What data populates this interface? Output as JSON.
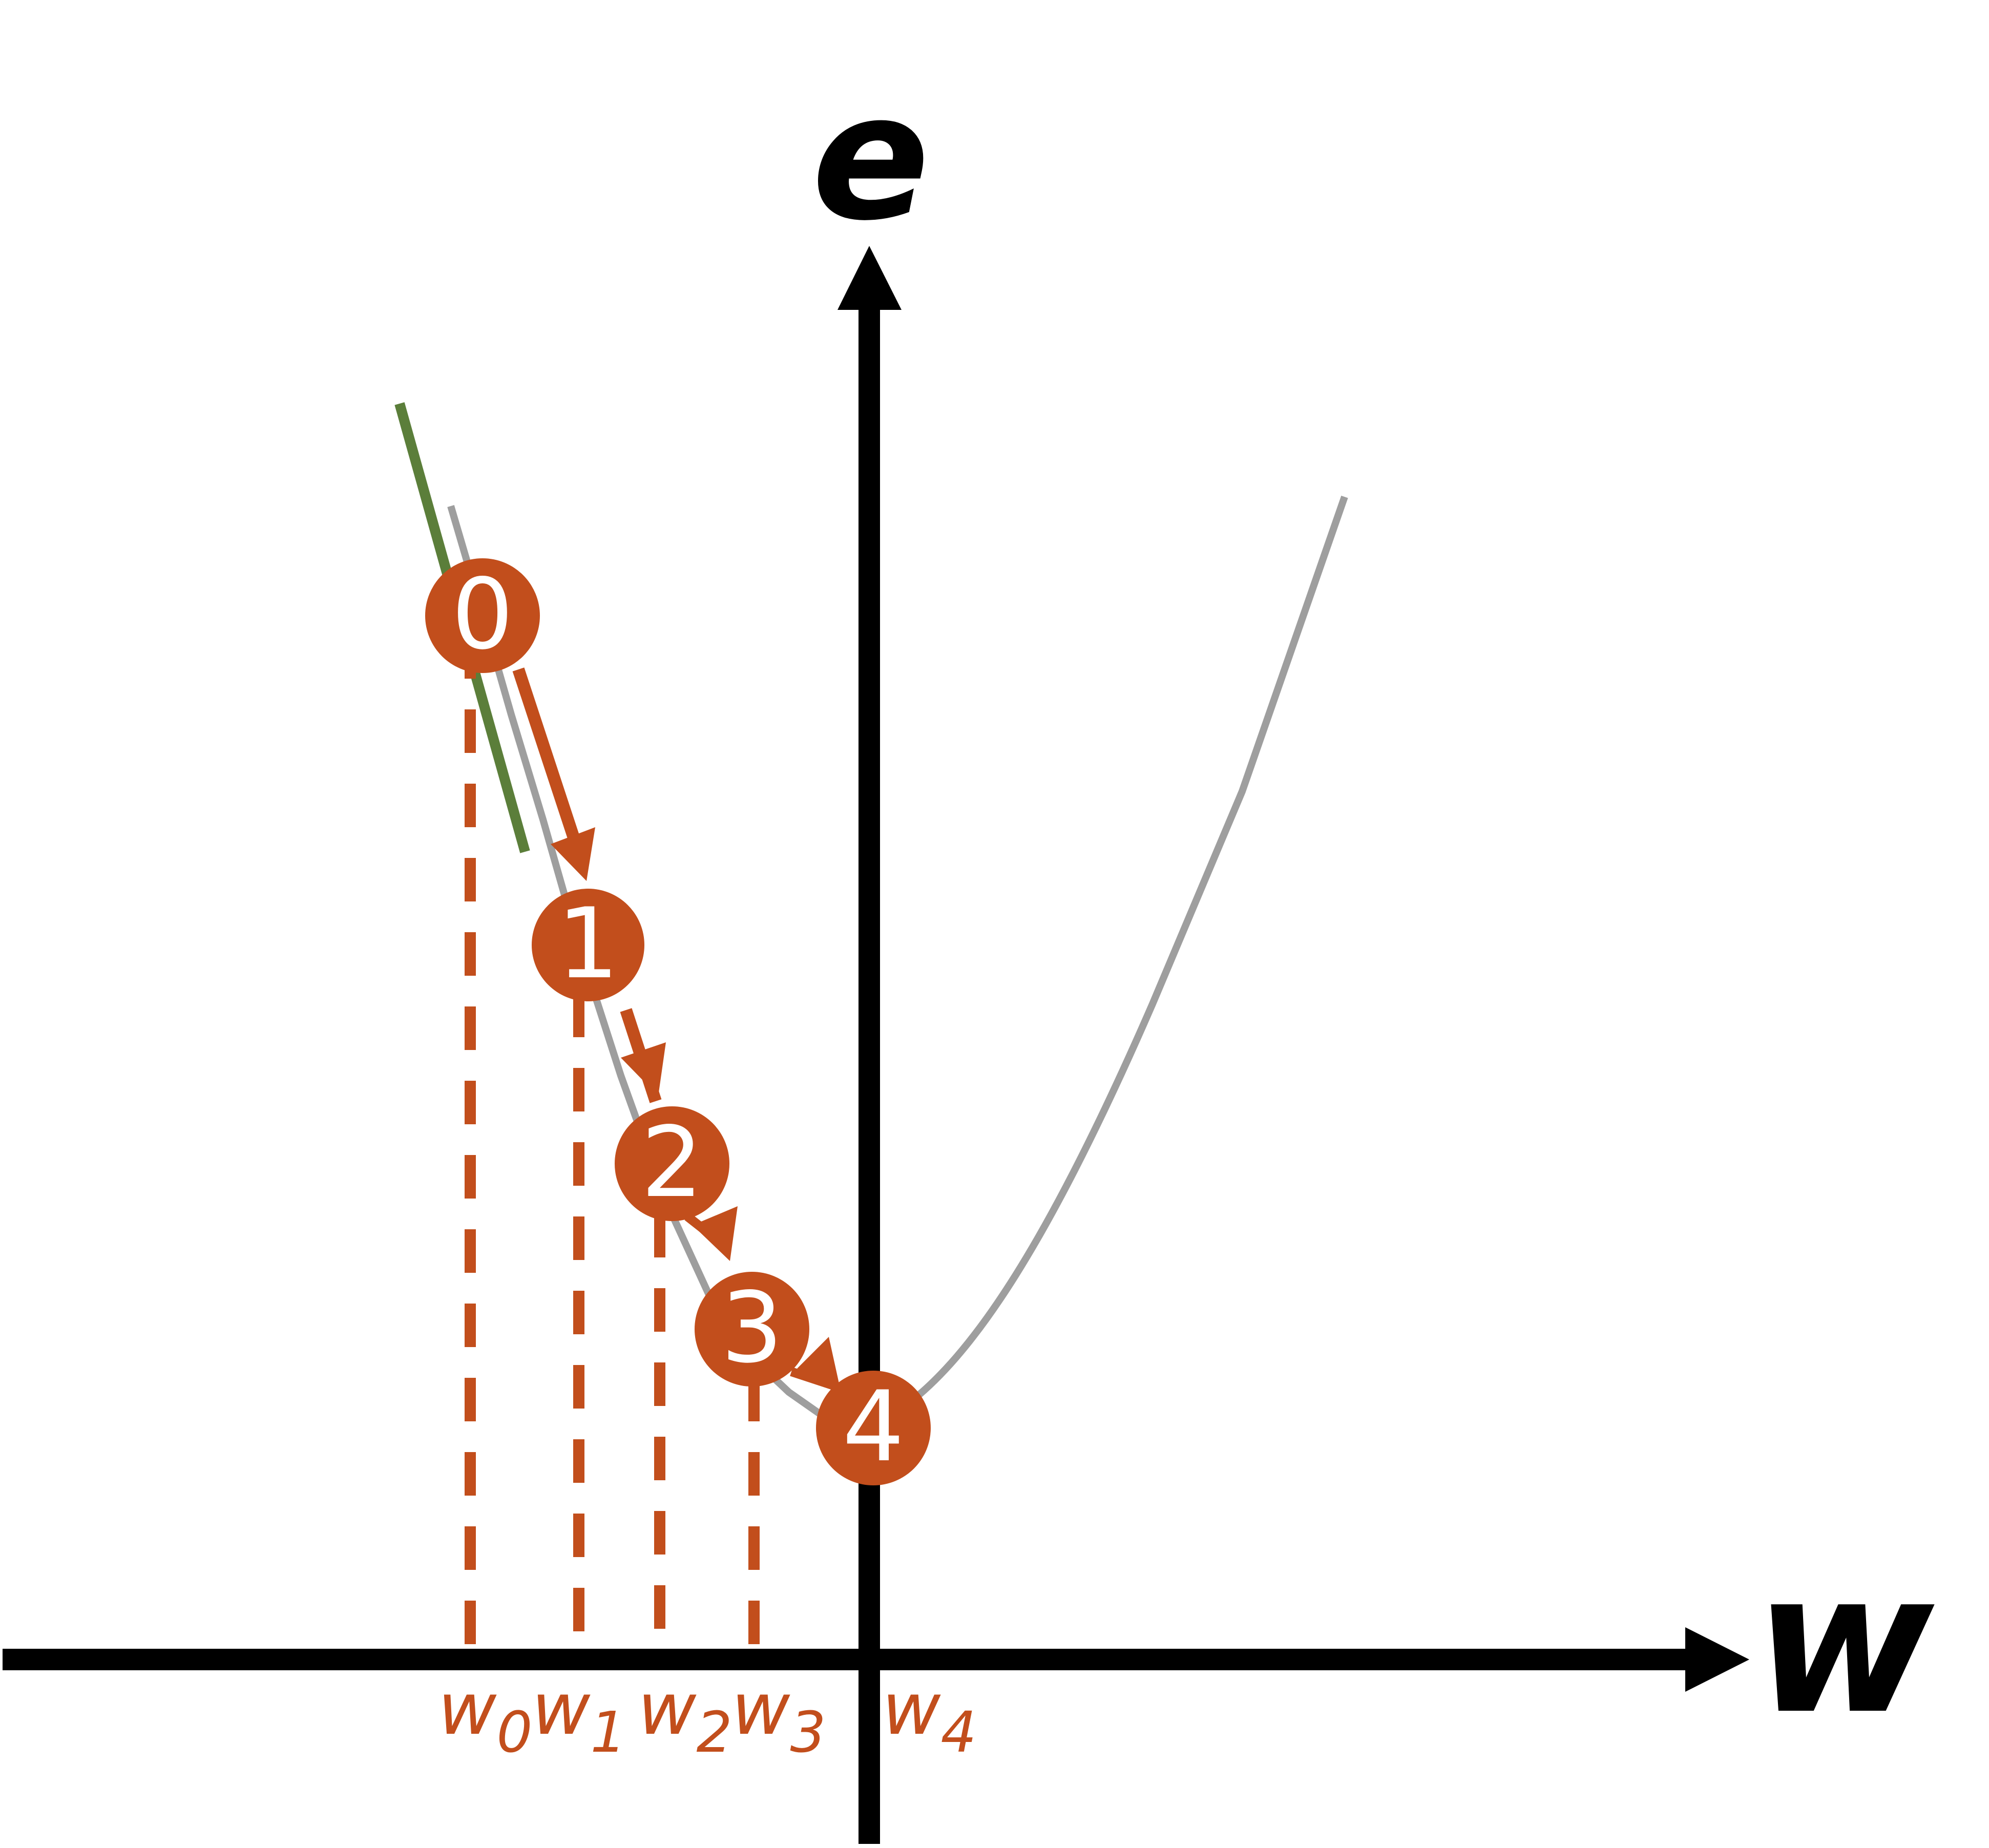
{
  "axes": {
    "y_title": "e",
    "x_title": "w"
  },
  "colors": {
    "axis": "#000000",
    "curve": "#9e9e9e",
    "tangent": "#5b7e3a",
    "step": "#c24e1c",
    "step_text": "#ffffff"
  },
  "steps": [
    {
      "label": "0",
      "w_label": "w",
      "w_sub": "0"
    },
    {
      "label": "1",
      "w_label": "w",
      "w_sub": "1"
    },
    {
      "label": "2",
      "w_label": "w",
      "w_sub": "2"
    },
    {
      "label": "3",
      "w_label": "w",
      "w_sub": "3"
    },
    {
      "label": "4",
      "w_label": "w",
      "w_sub": "4"
    }
  ],
  "icons": {
    "x_arrow": "arrow-right-icon",
    "y_arrow": "arrow-up-icon"
  }
}
